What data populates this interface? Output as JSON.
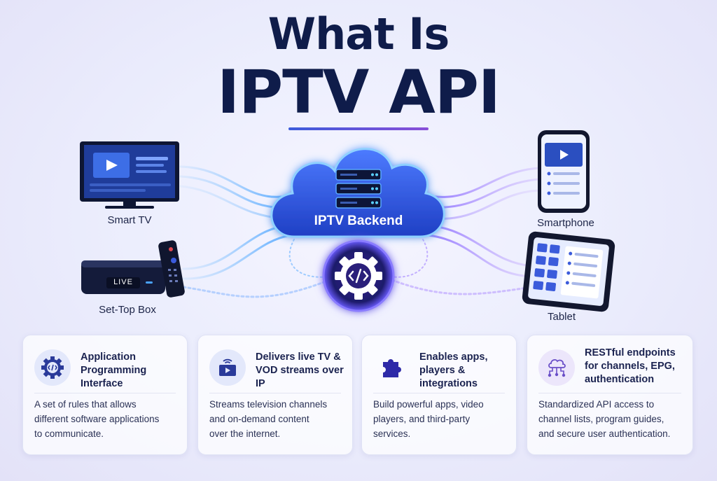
{
  "title": {
    "line1": "What Is",
    "line2": "IPTV API"
  },
  "center": {
    "backend_label": "IPTV Backend",
    "backend_icon": "server-stack-icon",
    "api_icon": "code-gear-icon"
  },
  "devices": {
    "smart_tv": {
      "label": "Smart TV",
      "icon": "smart-tv-icon"
    },
    "set_top_box": {
      "label": "Set-Top Box",
      "badge": "LIVE",
      "icon": "set-top-box-icon"
    },
    "smartphone": {
      "label": "Smartphone",
      "icon": "smartphone-icon"
    },
    "tablet": {
      "label": "Tablet",
      "icon": "tablet-icon"
    }
  },
  "cards": [
    {
      "icon": "code-gear-icon",
      "heading": [
        "Application",
        "Programming Interface"
      ],
      "body": [
        "A set of rules that allows",
        "different software applications",
        "to communicate."
      ]
    },
    {
      "icon": "streaming-tv-icon",
      "heading": [
        "Delivers live TV &",
        "VOD streams over IP"
      ],
      "body": [
        "Streams television channels",
        "and on-demand content",
        "over the internet."
      ]
    },
    {
      "icon": "puzzle-piece-icon",
      "heading": [
        "Enables apps,",
        "players & integrations"
      ],
      "body": [
        "Build powerful apps, video",
        "players, and third-party",
        "services."
      ]
    },
    {
      "icon": "cloud-network-icon",
      "heading": [
        "RESTful endpoints",
        "for channels, EPG,",
        "authentication"
      ],
      "body": [
        "Standardized API access to",
        "channel lists, program guides,",
        "and secure user authentication."
      ]
    }
  ],
  "colors": {
    "navy": "#0f1c4a",
    "blue": "#3b5bdb",
    "purple": "#7c4fd8",
    "glow": "#4aa3ff"
  }
}
